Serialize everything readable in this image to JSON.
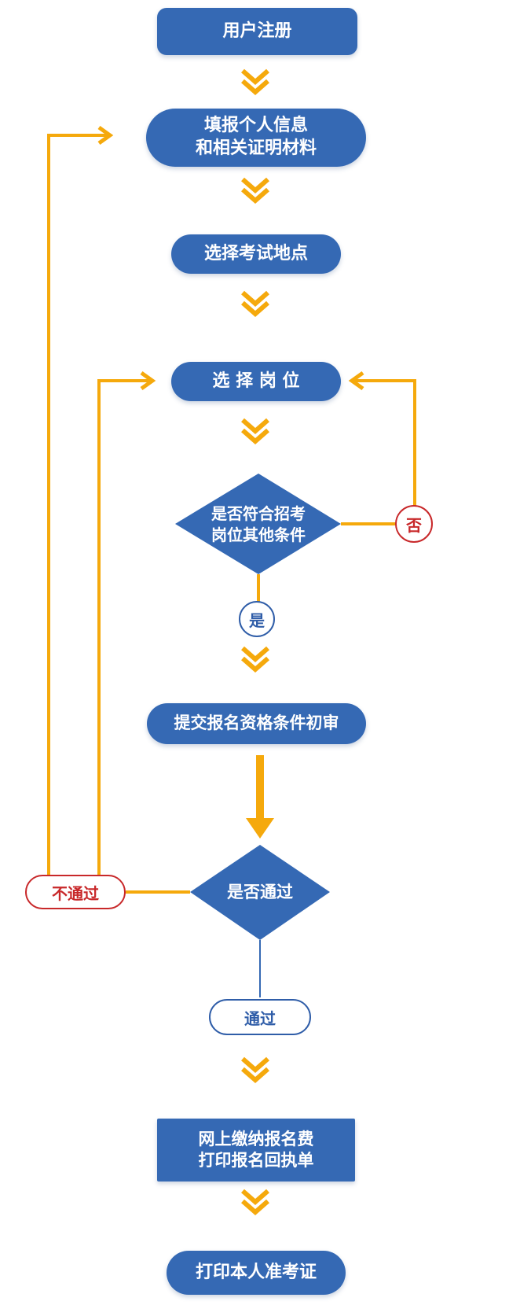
{
  "steps": {
    "register": "用户注册",
    "fill_info": "填报个人信息\n和相关证明材料",
    "choose_site": "选择考试地点",
    "choose_position": "选 择 岗 位",
    "check_conditions": "是否符合招考\n岗位其他条件",
    "submit_review": "提交报名资格条件初审",
    "pass_check": "是否通过",
    "pay_fee": "网上缴纳报名费\n打印报名回执单",
    "print_ticket": "打印本人准考证"
  },
  "labels": {
    "no": "否",
    "yes": "是",
    "not_passed": "不通过",
    "passed": "通过"
  },
  "colors": {
    "box_blue": "#3569b4",
    "arrow_orange": "#f5a90c",
    "reject_red": "#c8282a",
    "badge_blue": "#2f5da8"
  }
}
